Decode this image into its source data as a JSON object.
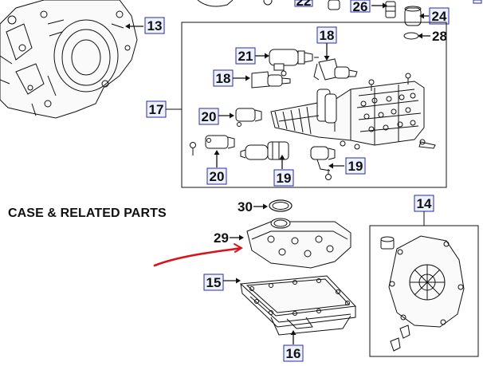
{
  "title": "CASE & RELATED PARTS",
  "callouts": {
    "c13": "13",
    "c17": "17",
    "c18a": "18",
    "c18b": "18",
    "c21": "21",
    "c20a": "20",
    "c20b": "20",
    "c19a": "19",
    "c19b": "19",
    "c22": "22",
    "c26": "26",
    "c24": "24",
    "c28": "28",
    "c30": "30",
    "c29": "29",
    "c14": "14",
    "c15": "15",
    "c16": "16"
  },
  "colors": {
    "line": "#111111",
    "box_fill": "#eef1ff",
    "box_border": "#2a2aa8",
    "annotation": "#d8141b"
  }
}
